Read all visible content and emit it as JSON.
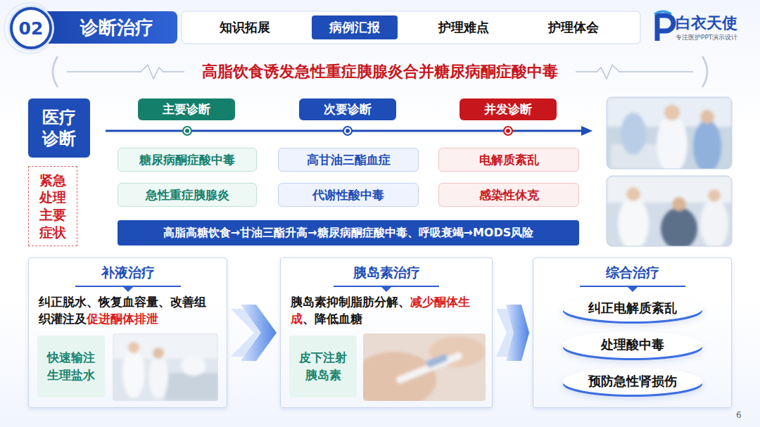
{
  "diagram": {
    "title": "高脂饮食诱发急性重症胰腺炎合并糖尿病酮症酸中毒",
    "nodes": [
      {
        "text": [
          "02"
        ]
      },
      {
        "text": [
          "诊断治疗"
        ]
      },
      {
        "text": [
          "病例汇报"
        ]
      },
      {
        "text": [
          "医疗诊断"
        ]
      },
      {
        "text": [
          "紧急处理主要症状"
        ]
      },
      {
        "text": [
          "主要诊断"
        ]
      },
      {
        "text": [
          "次要诊断"
        ]
      },
      {
        "text": [
          "并发诊断"
        ]
      },
      {
        "text": [
          "糖尿病酮症酸中毒"
        ]
      },
      {
        "text": [
          "高甘油三酯血症"
        ]
      },
      {
        "text": [
          "电解质紊乱"
        ]
      },
      {
        "text": [
          "急性重症胰腺炎"
        ]
      },
      {
        "text": [
          "代谢性酸中毒"
        ]
      },
      {
        "text": [
          "感染性休克"
        ]
      },
      {
        "text": [
          "高脂高糖饮食→甘油三酯升高→糖尿病酮症酸中毒、呼吸衰竭→MODS风险"
        ]
      },
      {
        "text": [
          "补液治疗",
          "纠正脱水、恢复血容量、改善组织灌注及",
          "促进酮体排泄"
        ]
      },
      {
        "text": [
          "快速输注生理盐水"
        ],
        "in": 15
      },
      {
        "text": [
          "胰岛素治疗",
          "胰岛素抑制脂肪分解、",
          "减少酮体生成",
          "、降低血糖"
        ]
      },
      {
        "text": [
          "皮下注射胰岛素"
        ],
        "in": 17
      },
      {
        "text": [
          "综合治疗"
        ]
      },
      {
        "text": [
          "纠正电解质紊乱"
        ],
        "in": 19
      },
      {
        "text": [
          "处理酸中毒"
        ],
        "in": 19
      },
      {
        "text": [
          "预防急性肾损伤"
        ],
        "in": 19
      }
    ],
    "edges": [
      {
        "from": 15,
        "to": 17,
        "arrow": "to"
      },
      {
        "from": 17,
        "to": 19,
        "arrow": "to"
      }
    ],
    "labels": [
      "知识拓展",
      "护理难点",
      "护理体会",
      "白衣天使",
      "专注医护PPT演示设计",
      "6"
    ]
  }
}
